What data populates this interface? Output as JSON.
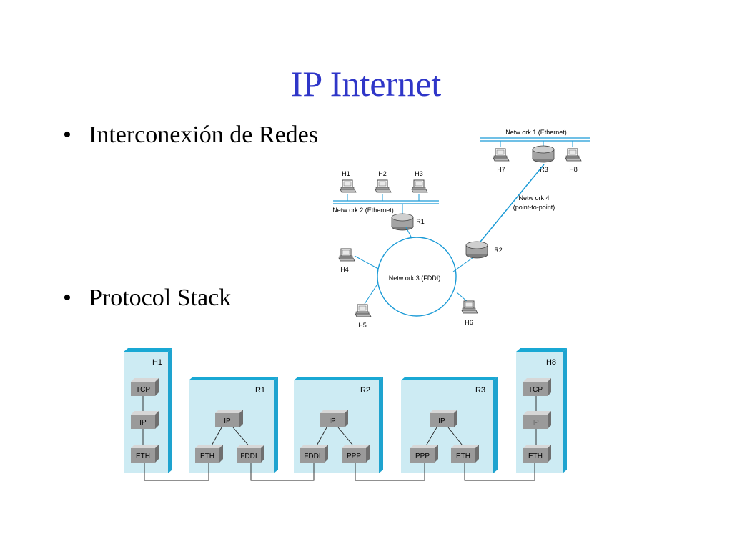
{
  "title": "IP Internet",
  "bullets": [
    {
      "marker": "•",
      "text": "Interconexión de Redes"
    },
    {
      "marker": "•",
      "text": "Protocol Stack"
    }
  ],
  "network_diagram": {
    "network1_label": "Netw ork 1 (Ethernet)",
    "network2_label": "Netw ork 2 (Ethernet)",
    "network3_label": "Netw ork 3 (FDDI)",
    "network4_label_line1": "Netw ork 4",
    "network4_label_line2": "(point-to-point)",
    "hosts": {
      "h1": "H1",
      "h2": "H2",
      "h3": "H3",
      "h4": "H4",
      "h5": "H5",
      "h6": "H6",
      "h7": "H7",
      "h8": "H8"
    },
    "routers": {
      "r1": "R1",
      "r2": "R2",
      "r3": "R3"
    },
    "colors": {
      "link": "#1a9ad6",
      "ring": "#1a9ad6"
    }
  },
  "stack_diagram": {
    "nodes": {
      "h1": {
        "label": "H1",
        "layers": [
          "TCP",
          "IP",
          "ETH"
        ]
      },
      "r1": {
        "label": "R1",
        "layers": [
          "IP",
          "ETH",
          "FDDI"
        ]
      },
      "r2": {
        "label": "R2",
        "layers": [
          "IP",
          "FDDI",
          "PPP"
        ]
      },
      "r3": {
        "label": "R3",
        "layers": [
          "IP",
          "PPP",
          "ETH"
        ]
      },
      "h8": {
        "label": "H8",
        "layers": [
          "TCP",
          "IP",
          "ETH"
        ]
      }
    },
    "colors": {
      "panel_face": "#cdebf3",
      "panel_top": "#19a8d4",
      "panel_side": "#1ea3cf",
      "layer_face": "#9a9a9a",
      "layer_edge": "#d7d7d7"
    }
  }
}
